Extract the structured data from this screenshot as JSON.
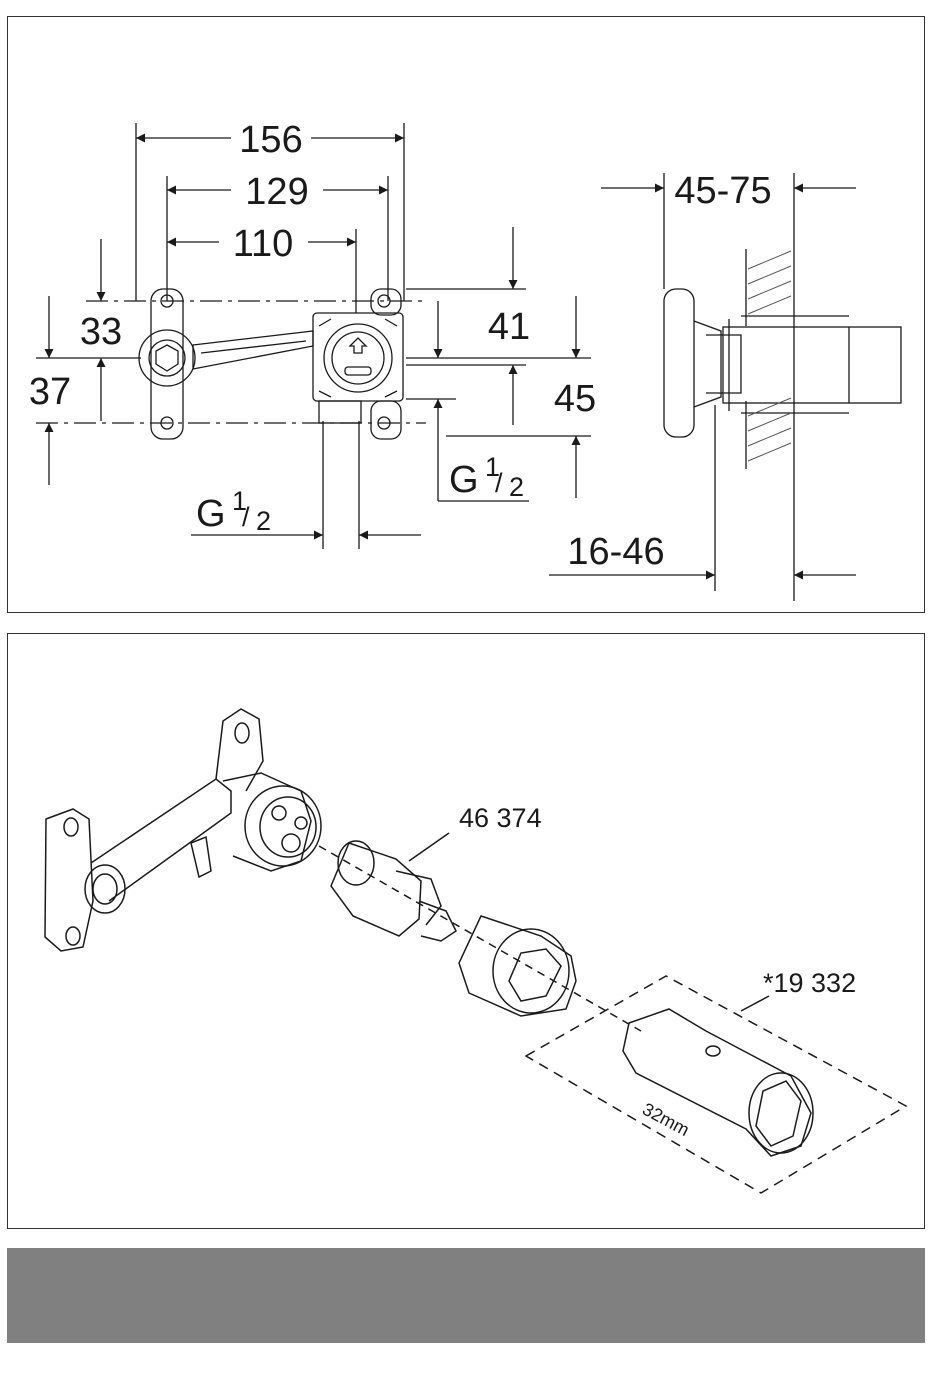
{
  "dimensions": {
    "d156": "156",
    "d129": "129",
    "d110": "110",
    "d33": "33",
    "d37": "37",
    "d41": "41",
    "d45": "45",
    "d45_75": "45-75",
    "d16_46": "16-46",
    "thread_G": "G",
    "thread_num": "1",
    "thread_den": "2"
  },
  "parts": {
    "cartridge": "46 374",
    "tool": "*19 332",
    "tool_size": "32mm"
  },
  "colors": {
    "line": "#1a1a1a",
    "band": "#808080",
    "hatch": "#555555"
  }
}
